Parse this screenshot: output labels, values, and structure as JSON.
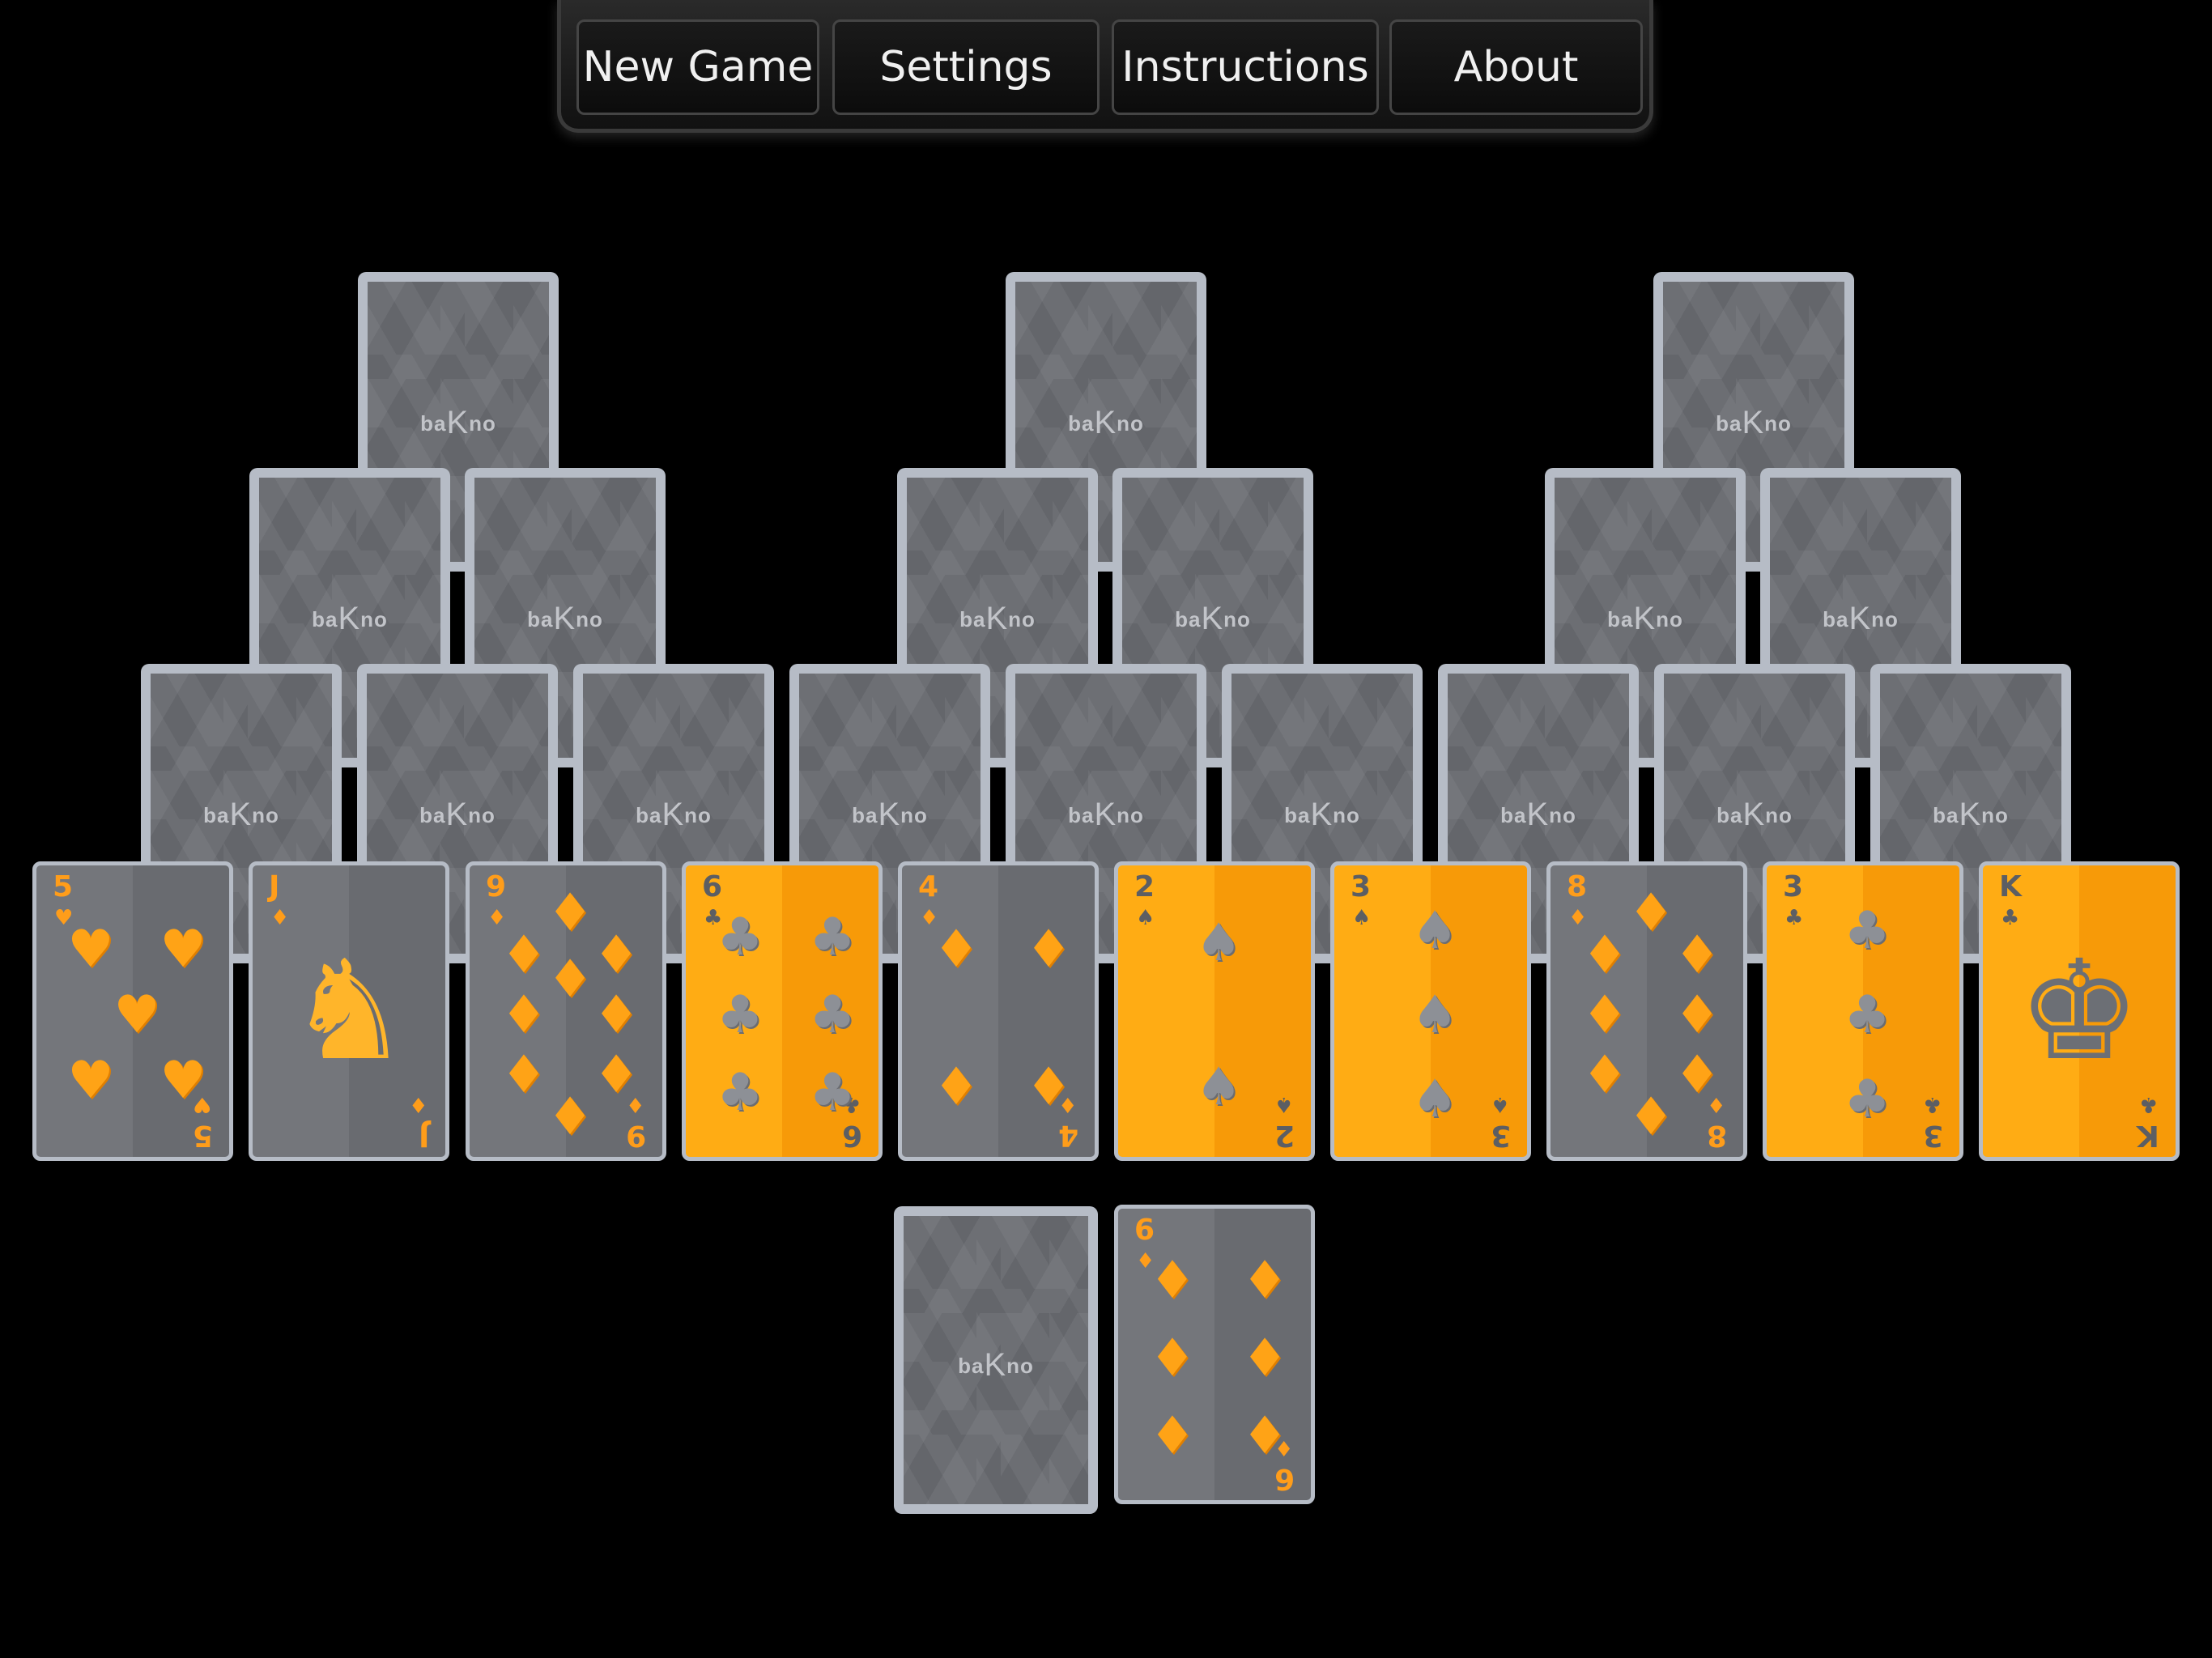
{
  "menu": {
    "new_game": "New Game",
    "settings": "Settings",
    "instructions": "Instructions",
    "about": "About"
  },
  "card_back_logo": {
    "pre": "ba",
    "k": "K",
    "post": "no"
  },
  "colors": {
    "background": "#000000",
    "accent_orange": "#ffac14",
    "card_grey": "#6d6f74",
    "card_border": "#b6bcc6"
  },
  "tableau": {
    "face_down_count": 18,
    "bottom_row": [
      {
        "rank": "5",
        "suit": "heart",
        "face": "grey"
      },
      {
        "rank": "J",
        "suit": "diamond",
        "face": "grey"
      },
      {
        "rank": "9",
        "suit": "diamond",
        "face": "grey"
      },
      {
        "rank": "6",
        "suit": "club",
        "face": "orange"
      },
      {
        "rank": "4",
        "suit": "diamond",
        "face": "grey"
      },
      {
        "rank": "2",
        "suit": "spade",
        "face": "orange"
      },
      {
        "rank": "3",
        "suit": "spade",
        "face": "orange"
      },
      {
        "rank": "8",
        "suit": "diamond",
        "face": "grey"
      },
      {
        "rank": "3",
        "suit": "club",
        "face": "orange"
      },
      {
        "rank": "K",
        "suit": "club",
        "face": "orange"
      }
    ]
  },
  "stock": {
    "face": "down"
  },
  "waste": {
    "rank": "6",
    "suit": "diamond",
    "face": "grey"
  }
}
